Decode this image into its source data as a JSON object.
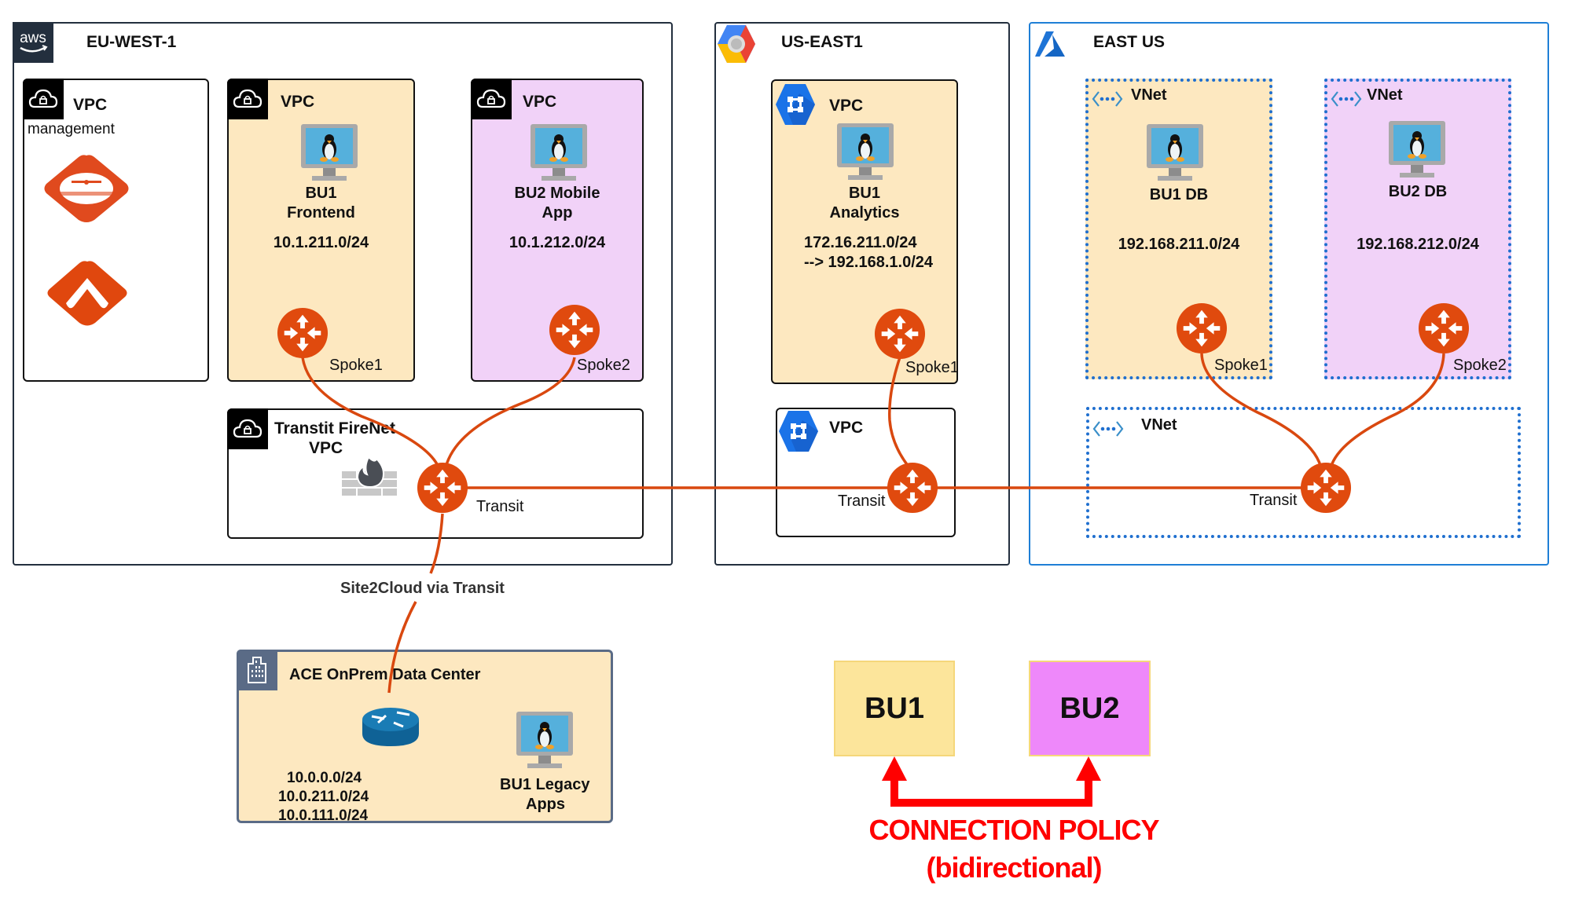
{
  "regions": {
    "aws": {
      "title": "EU-WEST-1",
      "provider_icon": "aws-logo-icon",
      "border_color": "#232f3e"
    },
    "gcp": {
      "title": "US-EAST1",
      "provider_icon": "gcp-logo-icon"
    },
    "azure": {
      "title": "EAST US",
      "provider_icon": "azure-logo-icon",
      "border_color": "#1f7fd6"
    }
  },
  "aws": {
    "mgmt_vpc": {
      "label": "VPC",
      "sublabel": "management",
      "icons": [
        "aviatrix-controller-icon",
        "aviatrix-copilot-icon"
      ]
    },
    "bu1_vpc": {
      "label": "VPC",
      "workload": [
        "BU1",
        "Frontend"
      ],
      "cidr": "10.1.211.0/24",
      "gateway": "Spoke1"
    },
    "bu2_vpc": {
      "label": "VPC",
      "workload": [
        "BU2 Mobile",
        "App"
      ],
      "cidr": "10.1.212.0/24",
      "gateway": "Spoke2"
    },
    "transit_vpc": {
      "label": [
        "Transtit FireNet",
        "VPC"
      ],
      "gateway": "Transit"
    }
  },
  "gcp": {
    "spoke_vpc": {
      "label": "VPC",
      "workload": [
        "BU1",
        "Analytics"
      ],
      "cidr": [
        "172.16.211.0/24",
        "--> 192.168.1.0/24"
      ],
      "gateway": "Spoke1"
    },
    "transit_vpc": {
      "label": "VPC",
      "gateway": "Transit"
    }
  },
  "azure": {
    "vnet1": {
      "label": "VNet",
      "workload": "BU1 DB",
      "cidr": "192.168.211.0/24",
      "gateway": "Spoke1"
    },
    "vnet2": {
      "label": "VNet",
      "workload": "BU2 DB",
      "cidr": "192.168.212.0/24",
      "gateway": "Spoke2"
    },
    "transit_vnet": {
      "label": "VNet",
      "gateway": "Transit"
    }
  },
  "site2cloud": {
    "label": "Site2Cloud via Transit"
  },
  "onprem": {
    "title": "ACE OnPrem Data Center",
    "cidrs": [
      "10.0.0.0/24",
      "10.0.211.0/24",
      "10.0.111.0/24"
    ],
    "workload": [
      "BU1 Legacy",
      "Apps"
    ]
  },
  "policy": {
    "bu1": {
      "label": "BU1",
      "color": "#fce59b"
    },
    "bu2": {
      "label": "BU2",
      "color": "#ee88fa"
    },
    "title": "CONNECTION POLICY",
    "subtitle": "(bidirectional)",
    "arrow_color": "#ff0000"
  },
  "colors": {
    "gateway": "#e04a0e",
    "link": "#d9480f",
    "bu1_bg": "#fde8c0",
    "bu2_bg": "#f1d2f8"
  }
}
